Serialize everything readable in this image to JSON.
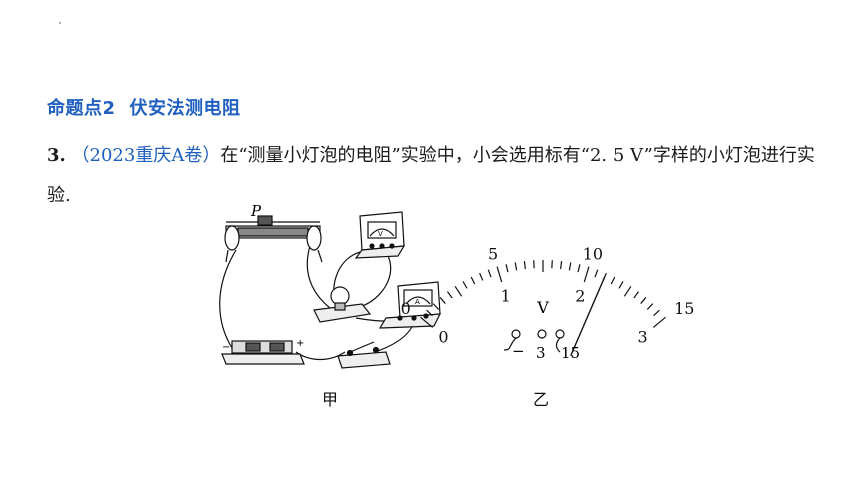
{
  "heading": {
    "label": "命题点2",
    "title": "伏安法测电阻"
  },
  "question": {
    "number": "3.",
    "source": "（2023重庆A卷）",
    "text": "在“测量小灯泡的电阻”实验中，小会选用标有“2. 5 V”字样的小灯泡进行实验."
  },
  "figure_jia": {
    "caption": "甲",
    "slider_label": "P",
    "voltmeter_letter": "V",
    "ammeter_letter": "A",
    "battery_plus": "+",
    "battery_minus": "−"
  },
  "figure_yi": {
    "caption": "乙",
    "unit": "V",
    "outer_scale": [
      "0",
      "5",
      "10",
      "15"
    ],
    "inner_scale": [
      "0",
      "1",
      "2",
      "3"
    ],
    "terminals": [
      "−",
      "3",
      "15"
    ],
    "needle_reading_volts": 2.2
  }
}
